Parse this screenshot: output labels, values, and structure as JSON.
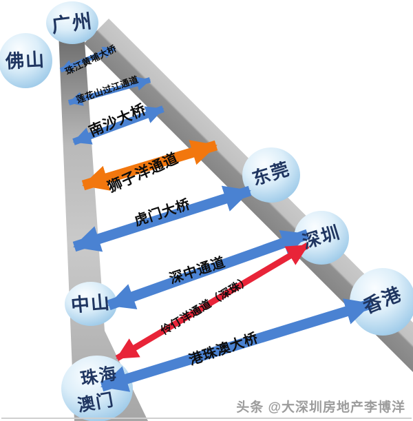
{
  "cities": {
    "foshan": {
      "label": "佛山"
    },
    "guangzhou": {
      "label": "广州"
    },
    "dongguan": {
      "label": "东莞"
    },
    "shenzhen": {
      "label": "深圳"
    },
    "hongkong": {
      "label": "香港"
    },
    "zhuhai": {
      "label": "珠海"
    },
    "macau": {
      "label": "澳门"
    },
    "zhongshan": {
      "label": "中山"
    }
  },
  "corridors": {
    "zhujiang_huangpu": {
      "label": "珠江黄埔大桥"
    },
    "lianhuashan": {
      "label": "莲花山过江通道"
    },
    "nansha": {
      "label": "南沙大桥"
    },
    "shiziyang": {
      "label": "狮子洋通道"
    },
    "humen": {
      "label": "虎门大桥"
    },
    "shenzhong": {
      "label": "深中通道"
    },
    "lingdingyang": {
      "label": "伶仃洋通道（深珠）"
    },
    "gangzhuao": {
      "label": "港珠澳大桥"
    }
  },
  "watermark": {
    "text": "头条 @大深圳房地产李博洋"
  },
  "colors": {
    "blue_arrow": "#4a82d2",
    "orange_arrow": "#f2770e",
    "red_arrow": "#e82438",
    "city_text": "#1f3560",
    "label_text": "#0d0d0d",
    "watermark_gray": "#9c9c9c",
    "band_dark": "#8a8a8a",
    "band_light": "#c6c6c6"
  }
}
